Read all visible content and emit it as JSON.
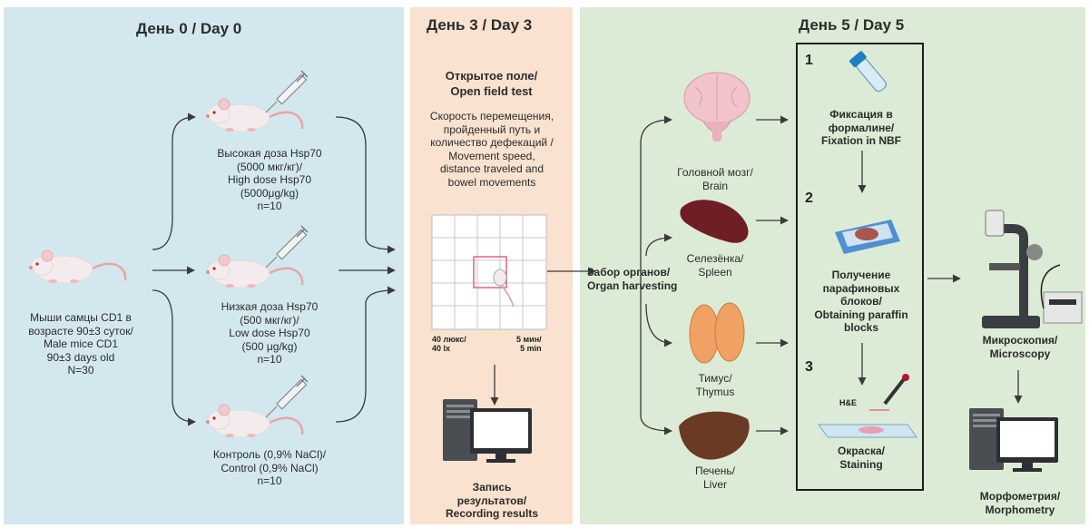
{
  "colors": {
    "day0_bg": "#d3e8ee",
    "day3_bg": "#f9e2cf",
    "day5_bg": "#dcebd5",
    "arrow": "#3a3a3a",
    "mouse": "#f4ecec",
    "tail": "#e7a5a8"
  },
  "day0": {
    "title": "День 0 / Day 0",
    "source": "Мыши самцы CD1 в\nвозрасте 90±3 суток/\nMale mice CD1\n90±3 days old\nN=30",
    "groups": [
      {
        "label": "Высокая доза Hsp70\n(5000 мкг/кг)/\nHigh dose Hsp70\n(5000μg/kg)\nn=10"
      },
      {
        "label": "Низкая  доза Hsp70\n(500 мкг/кг)/\nLow dose Hsp70\n(500 μg/kg)\nn=10"
      },
      {
        "label": "Контроль (0,9% NaCl)/\nControl (0,9% NaCl)\nn=10"
      }
    ]
  },
  "day3": {
    "title": "День 3 / Day 3",
    "test_title": "Открытое поле/\nOpen field test",
    "test_desc": "Скорость перемещения,\nпройденный путь и\nколичество дефекаций /\nMovement speed,\ndistance traveled and\nbowel movements",
    "light": "40 люкс/\n40 lx",
    "duration": "5 мин/\n5 min",
    "recording": "Запись\nрезультатов/\nRecording results"
  },
  "day5": {
    "title": "День 5 / Day 5",
    "harvest": "Забор органов/\nOrgan harvesting",
    "organs": [
      {
        "label": "Головной мозг/\nBrain"
      },
      {
        "label": "Селезёнка/\nSpleen"
      },
      {
        "label": "Тимус/\nThymus"
      },
      {
        "label": "Печень/\nLiver"
      }
    ],
    "steps": [
      {
        "num": "1",
        "label": "Фиксация в\nформалине/\nFixation in NBF"
      },
      {
        "num": "2",
        "label": "Получение\nпарафиновых\nблоков/\nObtaining paraffin\nblocks"
      },
      {
        "num": "3",
        "label": "Окраска/\nStaining"
      }
    ],
    "stain_tag": "H&E",
    "microscopy": "Микроскопия/\nMicroscopy",
    "morphometry": "Морфометрия/\nMorphometry"
  },
  "icons": [
    "syringe-icon",
    "mouse-icon",
    "open-field-grid",
    "computer-icon",
    "brain-icon",
    "spleen-icon",
    "thymus-icon",
    "liver-icon",
    "formalin-tube-icon",
    "paraffin-block-icon",
    "stained-slide-icon",
    "dropper-icon",
    "microscope-icon"
  ]
}
